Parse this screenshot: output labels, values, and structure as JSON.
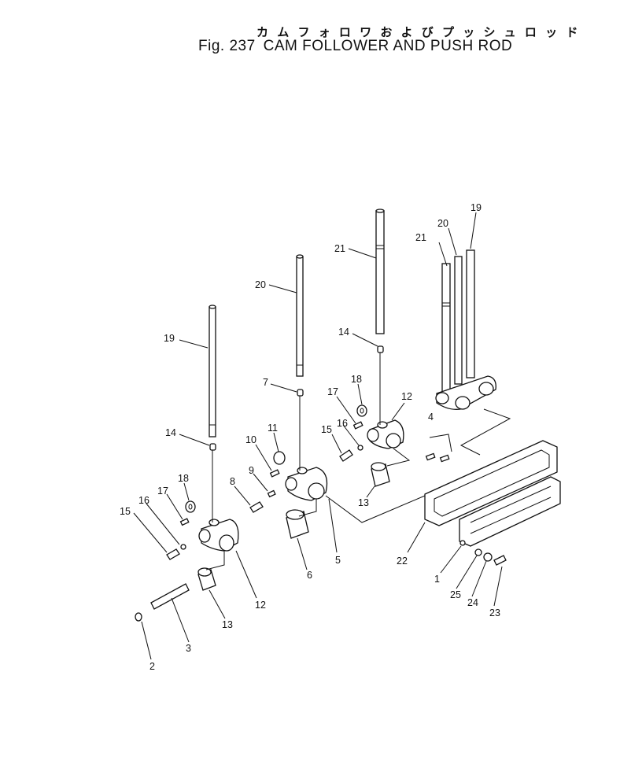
{
  "title": {
    "japanese": "カ ム フ ォ ロ ワ お よ び プ ッ シ ュ ロ ッ ド",
    "figure": "Fig. 237",
    "english": "CAM FOLLOWER AND PUSH ROD"
  },
  "callouts": {
    "c1": "1",
    "c2": "2",
    "c3": "3",
    "c4": "4",
    "c5": "5",
    "c6": "6",
    "c7": "7",
    "c8": "8",
    "c9": "9",
    "c10": "10",
    "c11": "11",
    "c12a": "12",
    "c12b": "12",
    "c13a": "13",
    "c13b": "13",
    "c14a": "14",
    "c14b": "14",
    "c15a": "15",
    "c15b": "15",
    "c16a": "16",
    "c16b": "16",
    "c17a": "17",
    "c17b": "17",
    "c18a": "18",
    "c18b": "18",
    "c19a": "19",
    "c19b": "19",
    "c20a": "20",
    "c20b": "20",
    "c21a": "21",
    "c21b": "21",
    "c22": "22",
    "c23": "23",
    "c24": "24",
    "c25": "25"
  },
  "icons": {
    "push_rod": "push-rod-icon",
    "cam_follower": "cam-follower-icon",
    "cover": "cover-plate-icon"
  }
}
